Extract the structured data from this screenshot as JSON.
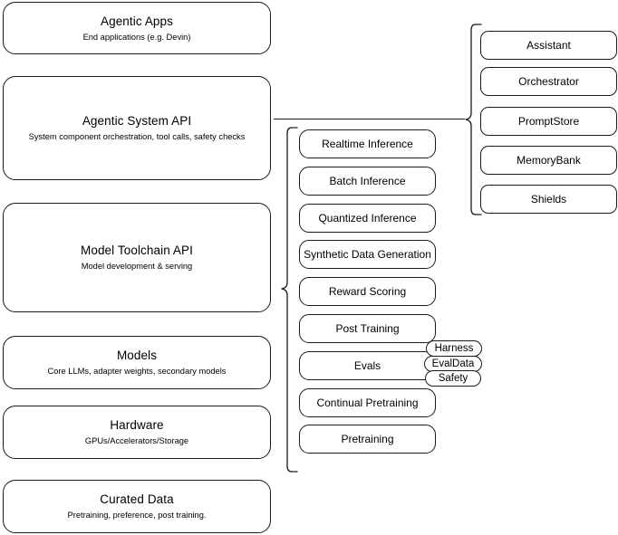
{
  "diagram": {
    "title": "AI Stack Architecture Diagram",
    "stroke_color": "#1a1a1a",
    "background_color": "#ffffff"
  },
  "layers": [
    {
      "name": "agentic-apps",
      "title": "Agentic Apps",
      "subtitle": "End applications (e.g. Devin)"
    },
    {
      "name": "agentic-system-api",
      "title": "Agentic System API",
      "subtitle": "System component orchestration, tool calls, safety checks"
    },
    {
      "name": "model-toolchain-api",
      "title": "Model Toolchain API",
      "subtitle": "Model development & serving"
    },
    {
      "name": "models",
      "title": "Models",
      "subtitle": "Core LLMs, adapter weights, secondary models"
    },
    {
      "name": "hardware",
      "title": "Hardware",
      "subtitle": "GPUs/Accelerators/Storage"
    },
    {
      "name": "curated-data",
      "title": "Curated Data",
      "subtitle": "Pretraining, preference, post training."
    }
  ],
  "toolchain_capabilities": [
    {
      "name": "realtime-inference",
      "label": "Realtime Inference"
    },
    {
      "name": "batch-inference",
      "label": "Batch Inference"
    },
    {
      "name": "quantized-inference",
      "label": "Quantized Inference"
    },
    {
      "name": "synthetic-data-generation",
      "label": "Synthetic Data Generation"
    },
    {
      "name": "reward-scoring",
      "label": "Reward Scoring"
    },
    {
      "name": "post-training",
      "label": "Post Training"
    },
    {
      "name": "evals",
      "label": "Evals"
    },
    {
      "name": "continual-pretraining",
      "label": "Continual Pretraining"
    },
    {
      "name": "pretraining",
      "label": "Pretraining"
    }
  ],
  "eval_subitems": [
    {
      "name": "harness",
      "label": "Harness"
    },
    {
      "name": "evaldata",
      "label": "EvalData"
    },
    {
      "name": "safety",
      "label": "Safety"
    }
  ],
  "system_components": [
    {
      "name": "assistant",
      "label": "Assistant"
    },
    {
      "name": "orchestrator",
      "label": "Orchestrator"
    },
    {
      "name": "promptstore",
      "label": "PromptStore"
    },
    {
      "name": "memorybank",
      "label": "MemoryBank"
    },
    {
      "name": "shields",
      "label": "Shields"
    }
  ]
}
